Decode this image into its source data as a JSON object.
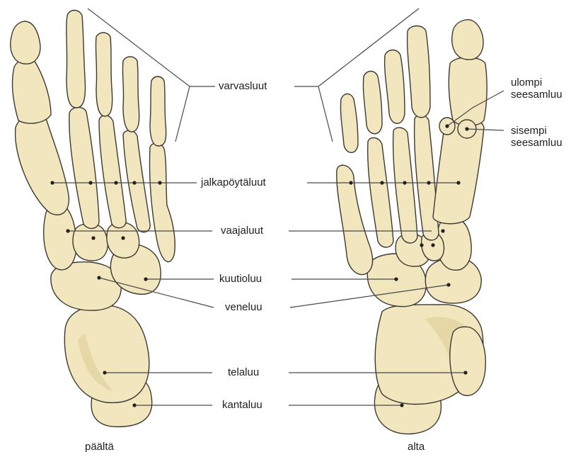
{
  "labels": {
    "phalanges": "varvasluut",
    "metatarsals": "jalkapöytäluut",
    "cuneiforms": "vaajaluut",
    "cuboid": "kuutioluu",
    "navicular": "veneluu",
    "talus": "telaluu",
    "calcaneus": "kantaluu",
    "lateral_sesamoid": [
      "ulompi",
      "seesamluu"
    ],
    "medial_sesamoid": [
      "sisempi",
      "seesamluu"
    ]
  },
  "captions": {
    "top_view": "päältä",
    "bottom_view": "alta"
  }
}
